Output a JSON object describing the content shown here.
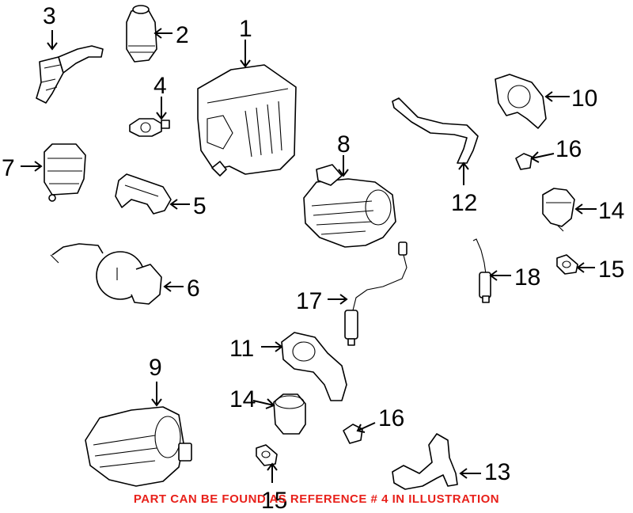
{
  "diagram": {
    "callouts": [
      {
        "id": "1",
        "label": "1"
      },
      {
        "id": "2",
        "label": "2"
      },
      {
        "id": "3",
        "label": "3"
      },
      {
        "id": "4",
        "label": "4"
      },
      {
        "id": "5",
        "label": "5"
      },
      {
        "id": "6",
        "label": "6"
      },
      {
        "id": "7",
        "label": "7"
      },
      {
        "id": "8",
        "label": "8"
      },
      {
        "id": "9",
        "label": "9"
      },
      {
        "id": "10",
        "label": "10"
      },
      {
        "id": "11",
        "label": "11"
      },
      {
        "id": "12",
        "label": "12"
      },
      {
        "id": "13",
        "label": "13"
      },
      {
        "id": "14a",
        "label": "14"
      },
      {
        "id": "14b",
        "label": "14"
      },
      {
        "id": "15a",
        "label": "15"
      },
      {
        "id": "15b",
        "label": "15"
      },
      {
        "id": "16a",
        "label": "16"
      },
      {
        "id": "16b",
        "label": "16"
      },
      {
        "id": "17",
        "label": "17"
      },
      {
        "id": "18",
        "label": "18"
      }
    ]
  },
  "footer": {
    "note": "PART CAN BE FOUND AS REFERENCE # 4 IN ILLUSTRATION",
    "note_color": "#e8201a"
  }
}
